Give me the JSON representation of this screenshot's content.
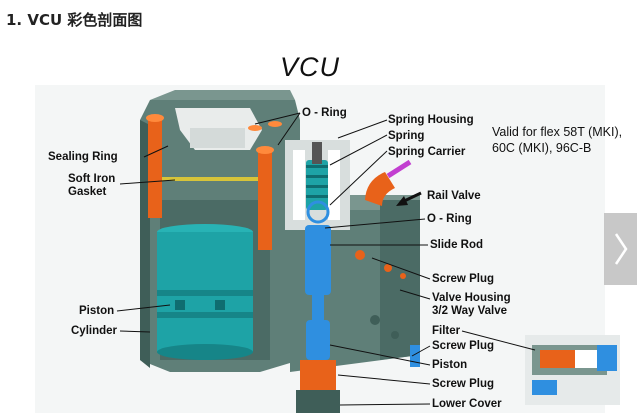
{
  "heading": "1. VCU 彩色剖面图",
  "figure": {
    "title": "VCU",
    "note_lines": [
      "Valid for flex 58T (MKI),",
      "60C (MKI), 96C-B"
    ],
    "labels": {
      "sealing_ring": "Sealing Ring",
      "soft_iron_gasket_1": "Soft Iron",
      "soft_iron_gasket_2": "Gasket",
      "piston_left": "Piston",
      "cylinder": "Cylinder",
      "o_ring_top": "O - Ring",
      "spring_housing": "Spring Housing",
      "spring": "Spring",
      "spring_carrier": "Spring Carrier",
      "rail_valve": "Rail Valve",
      "o_ring_mid": "O - Ring",
      "slide_rod": "Slide Rod",
      "screw_plug_1": "Screw Plug",
      "valve_housing_1": "Valve Housing",
      "valve_housing_2": "3/2 Way Valve",
      "filter": "Filter",
      "screw_plug_2": "Screw Plug",
      "piston_right": "Piston",
      "screw_plug_3": "Screw Plug",
      "lower_cover": "Lower Cover"
    }
  },
  "navigation": {
    "next_icon": "chevron-right-icon"
  },
  "colors": {
    "body": "#5f7f78",
    "body_dark": "#3f5e58",
    "teal": "#1ea3a6",
    "orange": "#e8621a",
    "blue": "#2f8fe0",
    "steel": "#a9b4b8"
  }
}
